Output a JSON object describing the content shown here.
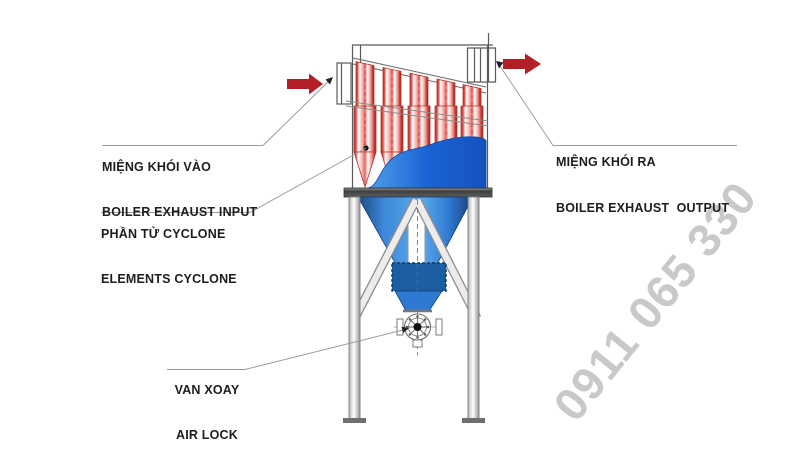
{
  "diagram": {
    "kind": "multi-cyclone-dust-collector-drawing",
    "labels": {
      "input": {
        "vi": "MIỆNG KHÓI VÀO",
        "en": "BOILER EXHAUST INPUT"
      },
      "elements": {
        "vi": "PHẦN TỬ CYCLONE",
        "en": "ELEMENTS CYCLONE"
      },
      "output": {
        "vi": "MIỆNG KHÓI RA",
        "en": "BOILER EXHAUST  OUTPUT"
      },
      "airlock": {
        "vi": "VAN XOAY",
        "en": "AIR LOCK"
      }
    },
    "watermark": "0911 065 330",
    "colors": {
      "arrow_red": "#b41f27",
      "cyclone_red": "#c0392b",
      "body_blue": "#2f77cf",
      "light_blue": "#5aabec",
      "hopper_box_blue": "#1b5fa0",
      "frame_gray": "#d9d9d9",
      "watermark_gray": "#c9c9c9",
      "leader_gray": "#9b9b9b"
    }
  }
}
